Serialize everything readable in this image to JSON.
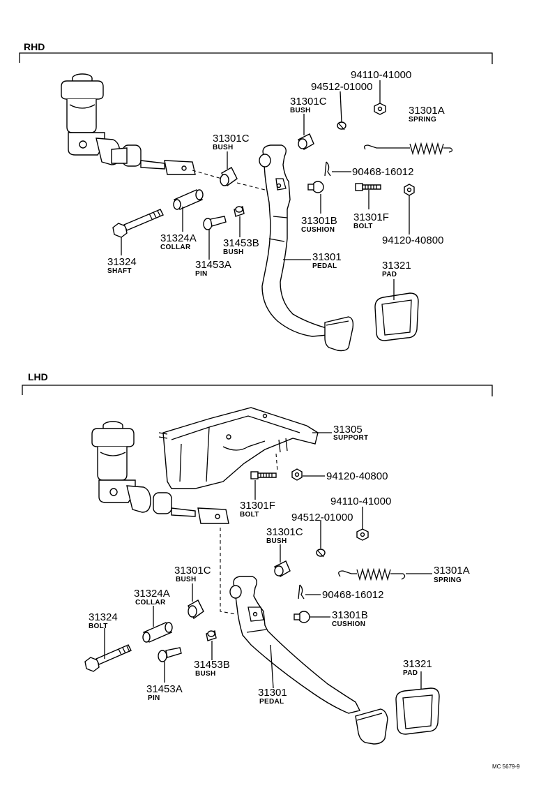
{
  "sections": {
    "rhd": {
      "title": "RHD"
    },
    "lhd": {
      "title": "LHD"
    }
  },
  "rhd_labels": {
    "nut_41000": {
      "number": "94110-41000"
    },
    "washer_01000": {
      "number": "94512-01000"
    },
    "bush_c_top": {
      "number": "31301C",
      "name": "BUSH"
    },
    "spring": {
      "number": "31301A",
      "name": "SPRING"
    },
    "bush_c_left": {
      "number": "31301C",
      "name": "BUSH"
    },
    "clip_16012": {
      "number": "90468-16012"
    },
    "cushion": {
      "number": "31301B",
      "name": "CUSHION"
    },
    "bolt_f": {
      "number": "31301F",
      "name": "BOLT"
    },
    "collar": {
      "number": "31324A",
      "name": "COLLAR"
    },
    "bush_b": {
      "number": "31453B",
      "name": "BUSH"
    },
    "nut_40800": {
      "number": "94120-40800"
    },
    "shaft": {
      "number": "31324",
      "name": "SHAFT"
    },
    "pin": {
      "number": "31453A",
      "name": "PIN"
    },
    "pedal": {
      "number": "31301",
      "name": "PEDAL"
    },
    "pad": {
      "number": "31321",
      "name": "PAD"
    }
  },
  "lhd_labels": {
    "support": {
      "number": "31305",
      "name": "SUPPORT"
    },
    "nut_40800": {
      "number": "94120-40800"
    },
    "bolt_f": {
      "number": "31301F",
      "name": "BOLT"
    },
    "nut_41000": {
      "number": "94110-41000"
    },
    "washer_01000": {
      "number": "94512-01000"
    },
    "bush_c_top": {
      "number": "31301C",
      "name": "BUSH"
    },
    "spring": {
      "number": "31301A",
      "name": "SPRING"
    },
    "bush_c_left": {
      "number": "31301C",
      "name": "BUSH"
    },
    "clip_16012": {
      "number": "90468-16012"
    },
    "collar": {
      "number": "31324A",
      "name": "COLLAR"
    },
    "bolt_shaft": {
      "number": "31324",
      "name": "BOLT"
    },
    "cushion": {
      "number": "31301B",
      "name": "CUSHION"
    },
    "bush_b": {
      "number": "31453B",
      "name": "BUSH"
    },
    "pad": {
      "number": "31321",
      "name": "PAD"
    },
    "pin": {
      "number": "31453A",
      "name": "PIN"
    },
    "pedal": {
      "number": "31301",
      "name": "PEDAL"
    }
  },
  "footer": {
    "code": "MC 5679-9"
  }
}
